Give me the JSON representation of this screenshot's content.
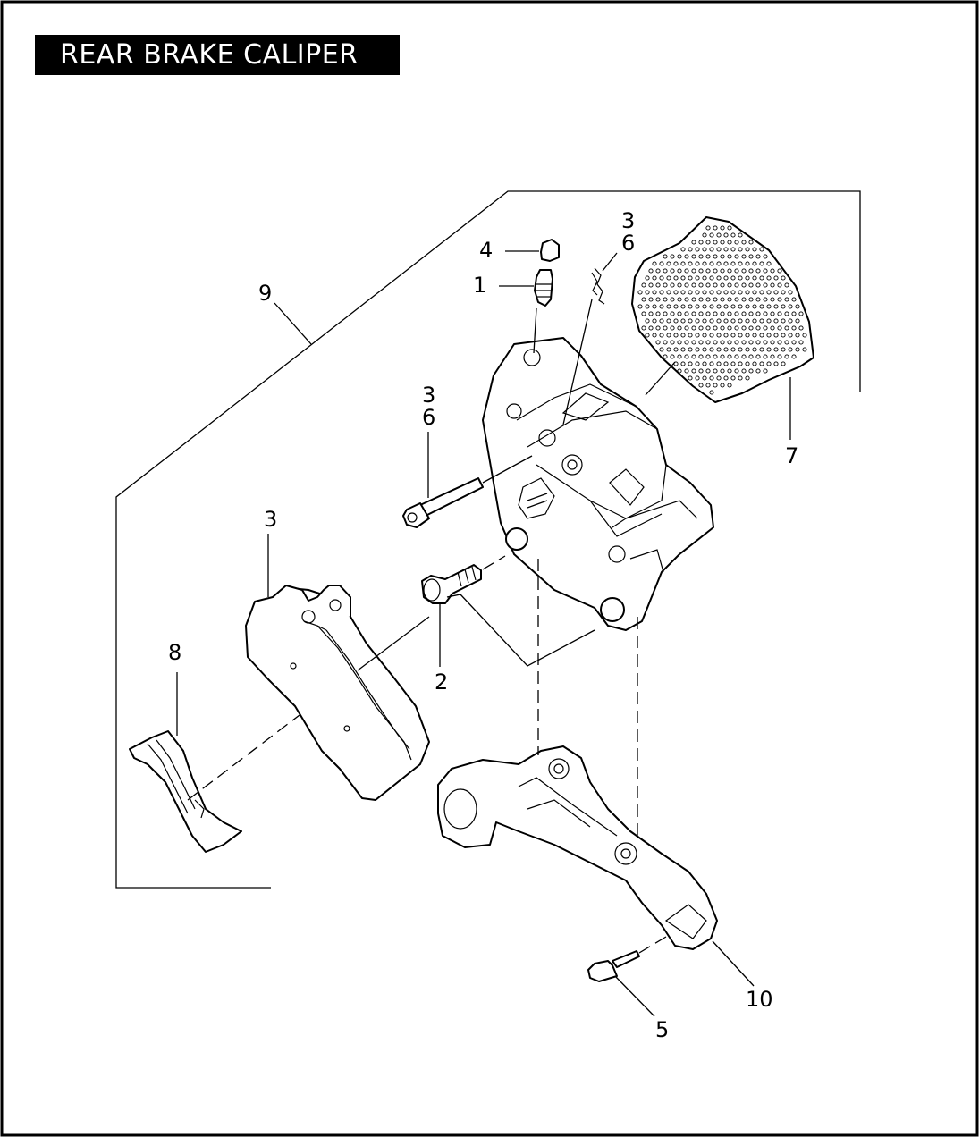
{
  "title": "REAR BRAKE CALIPER",
  "callouts": {
    "c1": "1",
    "c2": "2",
    "c3_pad": "3",
    "c3_pin": "3",
    "c6_pin": "6",
    "c3_clip": "3",
    "c6_clip": "6",
    "c4": "4",
    "c5": "5",
    "c7": "7",
    "c8": "8",
    "c9": "9",
    "c10": "10"
  },
  "colors": {
    "ink": "#000000",
    "paper": "#ffffff",
    "title_text": "#ffffff",
    "title_bg": "#000000"
  }
}
